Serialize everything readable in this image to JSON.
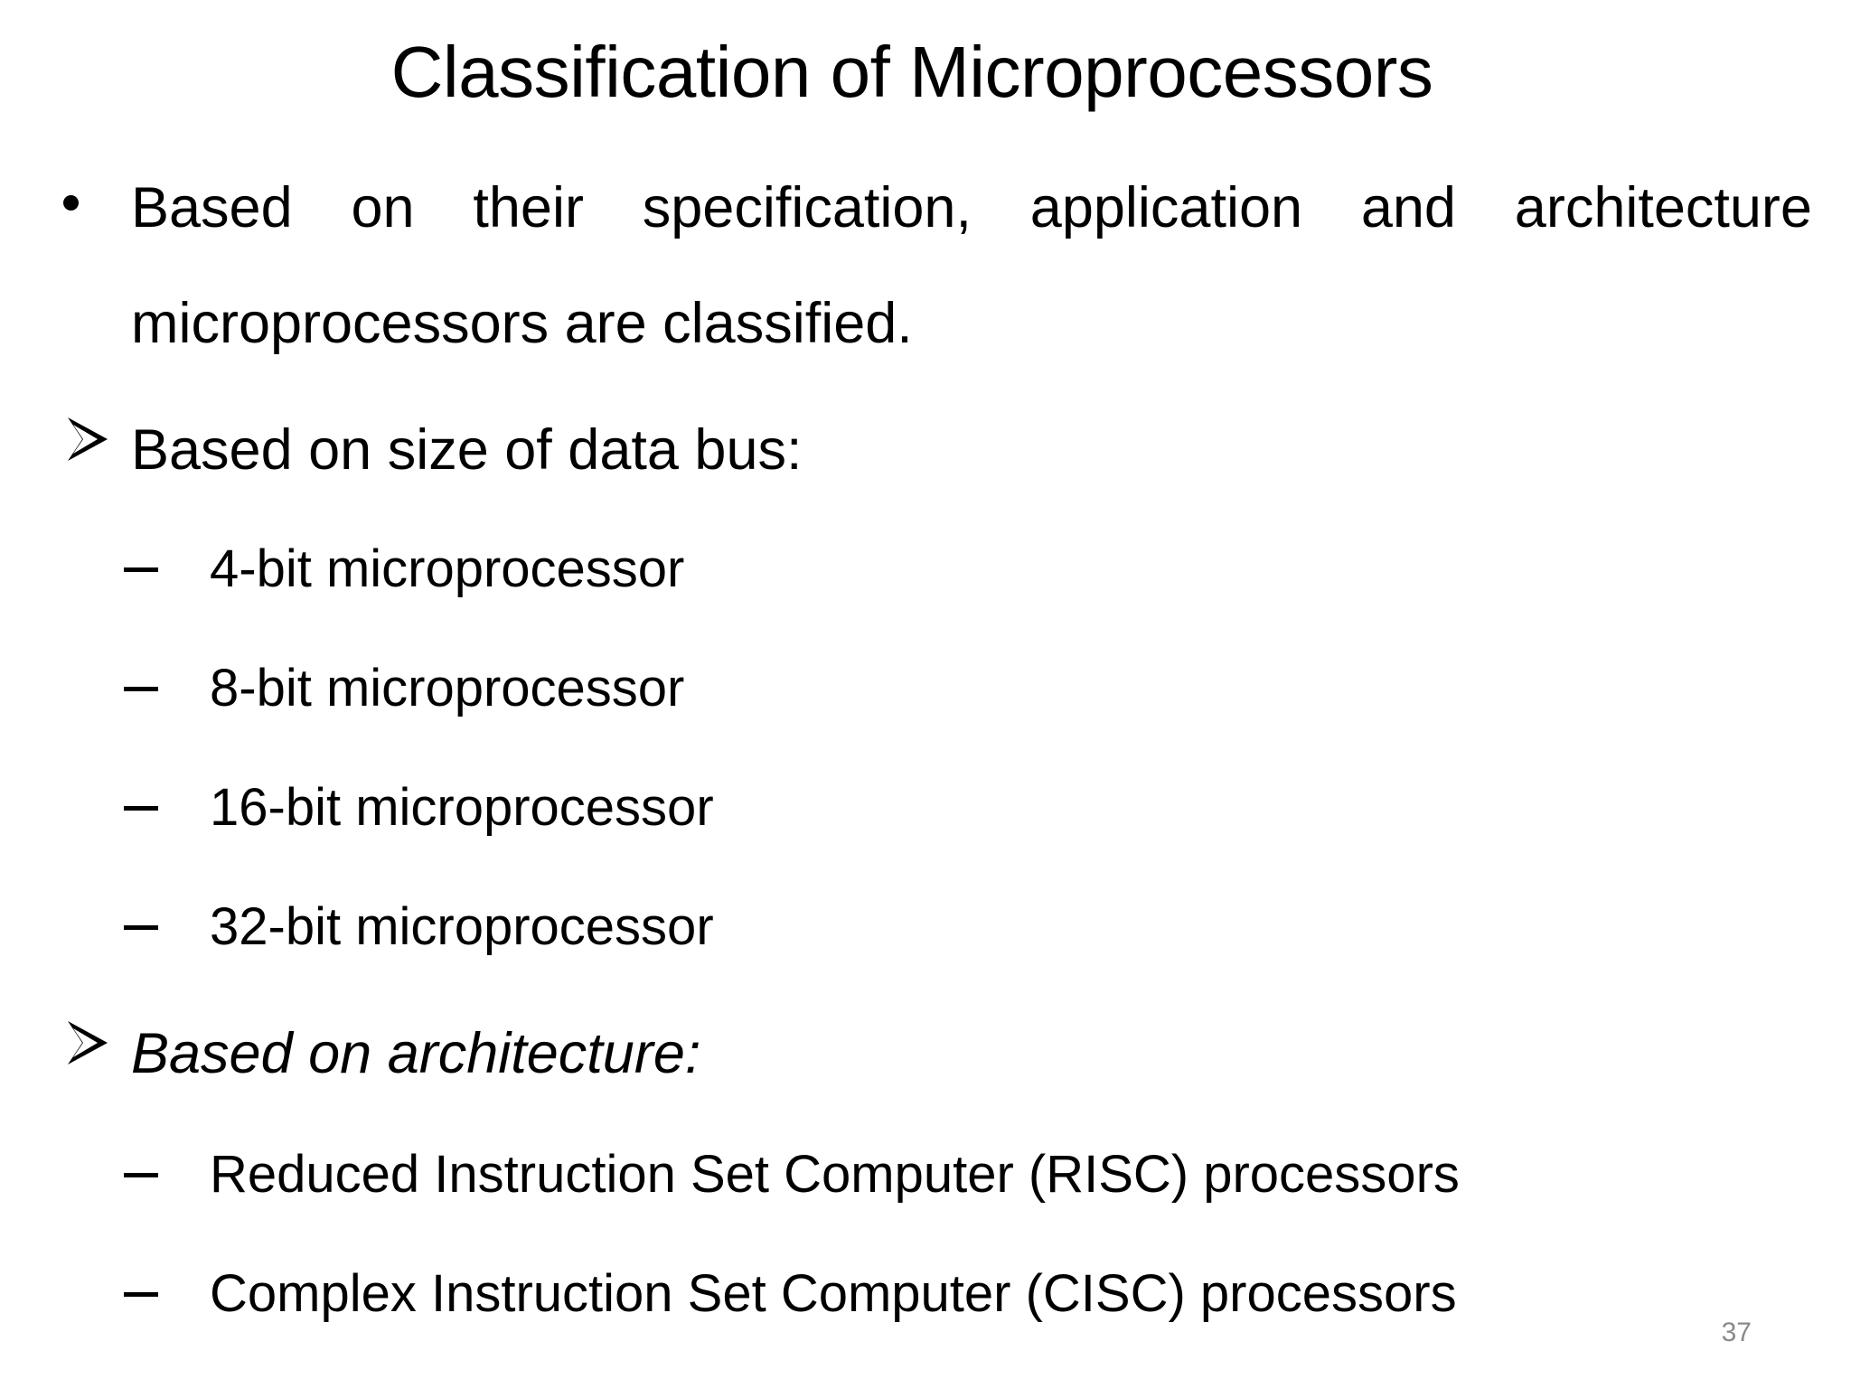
{
  "slide": {
    "title": "Classification of Microprocessors",
    "intro_words": [
      "Based",
      "on",
      "their",
      "specification,",
      "application",
      "and",
      "architecture"
    ],
    "intro_line2": "microprocessors are classified.",
    "section1": {
      "heading": "Based on size of data bus:",
      "items": [
        "4-bit microprocessor",
        "8-bit microprocessor",
        "16-bit microprocessor",
        "32-bit microprocessor"
      ]
    },
    "section2": {
      "heading": "Based on architecture:",
      "items": [
        "Reduced Instruction Set Computer (RISC) processors",
        "Complex Instruction Set Computer (CISC) processors"
      ]
    },
    "page_number": "37"
  }
}
